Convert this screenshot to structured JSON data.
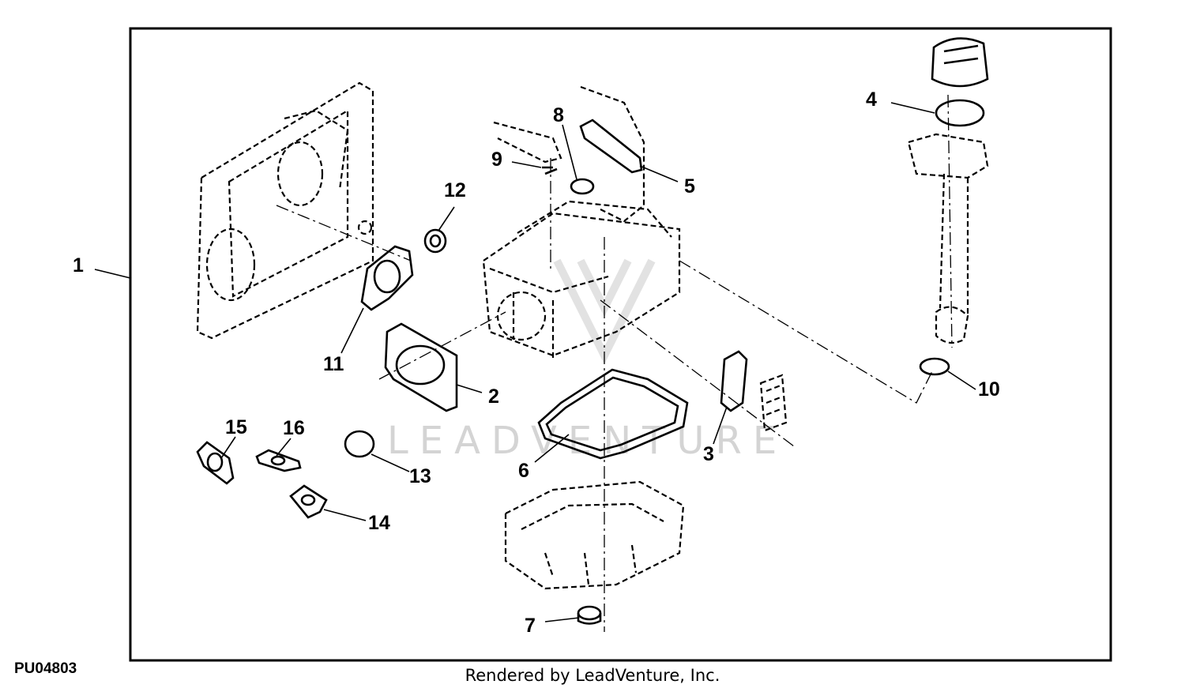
{
  "figure_id": "PU04803",
  "credit": "Rendered by LeadVenture, Inc.",
  "watermark": "LEADVENTURE",
  "callouts": [
    "1",
    "2",
    "3",
    "4",
    "5",
    "6",
    "7",
    "8",
    "9",
    "10",
    "11",
    "12",
    "13",
    "14",
    "15",
    "16"
  ]
}
